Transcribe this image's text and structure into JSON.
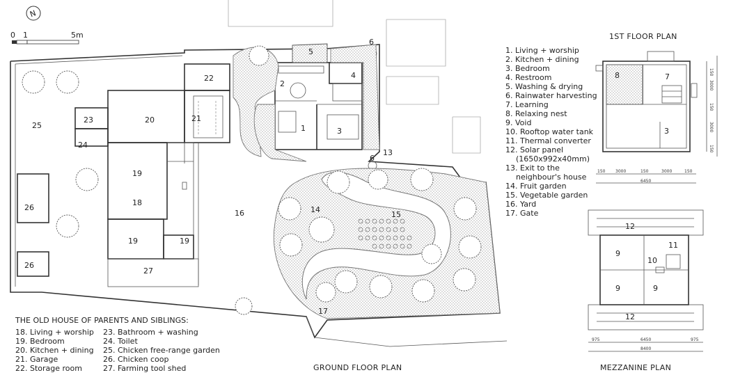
{
  "north_label": "N",
  "scale_bar": {
    "labels": [
      "0",
      "1",
      "5m"
    ]
  },
  "main_legend": [
    "1. Living + worship",
    "2. Kitchen + dining",
    "3. Bedroom",
    "4. Restroom",
    "5. Washing & drying",
    "6. Rainwater harvesting",
    "7. Learning",
    "8. Relaxing nest",
    "9. Void",
    "10. Rooftop water tank",
    "11. Thermal converter",
    "12. Solar panel",
    "(1650x992x40mm)",
    "13. Exit to the",
    "neighbour's house",
    "14. Fruit garden",
    "15. Vegetable garden",
    "16. Yard",
    "17. Gate"
  ],
  "old_house": {
    "title": "THE OLD HOUSE OF PARENTS AND SIBLINGS:",
    "col1": [
      "18. Living + worship",
      "19. Bedroom",
      "20. Kitchen + dining",
      "21. Garage",
      "22. Storage room"
    ],
    "col2": [
      "23. Bathroom + washing",
      "24. Toilet",
      "25. Chicken free-range garden",
      "26. Chicken coop",
      "27. Farming tool shed"
    ]
  },
  "plan_titles": {
    "ground": "GROUND FLOOR PLAN",
    "first": "1ST FLOOR PLAN",
    "mezzanine": "MEZZANINE PLAN"
  },
  "room_numbers": {
    "r1": "1",
    "r2": "2",
    "r3": "3",
    "r4": "4",
    "r5": "5",
    "r6a": "6",
    "r6b": "6",
    "r13": "13",
    "r14": "14",
    "r15": "15",
    "r16": "16",
    "r17": "17",
    "r18": "18",
    "r19a": "19",
    "r19b": "19",
    "r19c": "19",
    "r20": "20",
    "r21": "21",
    "r22": "22",
    "r23": "23",
    "r24": "24",
    "r25": "25",
    "r26a": "26",
    "r26b": "26",
    "r27": "27"
  },
  "first_floor": {
    "rooms": {
      "r8": "8",
      "r7": "7",
      "r3": "3"
    },
    "dims_bottom": [
      "150",
      "3000",
      "150",
      "3000",
      "150"
    ],
    "dim_total": "6450",
    "dims_side": [
      "150",
      "3000",
      "150",
      "3000",
      "150"
    ]
  },
  "mezzanine": {
    "rooms": {
      "p12a": "12",
      "p12b": "12",
      "v9a": "9",
      "v9b": "9",
      "v9c": "9",
      "t10": "10",
      "c11": "11"
    },
    "dims_bottom": [
      "975",
      "6450",
      "975"
    ],
    "dim_total": "8400"
  }
}
